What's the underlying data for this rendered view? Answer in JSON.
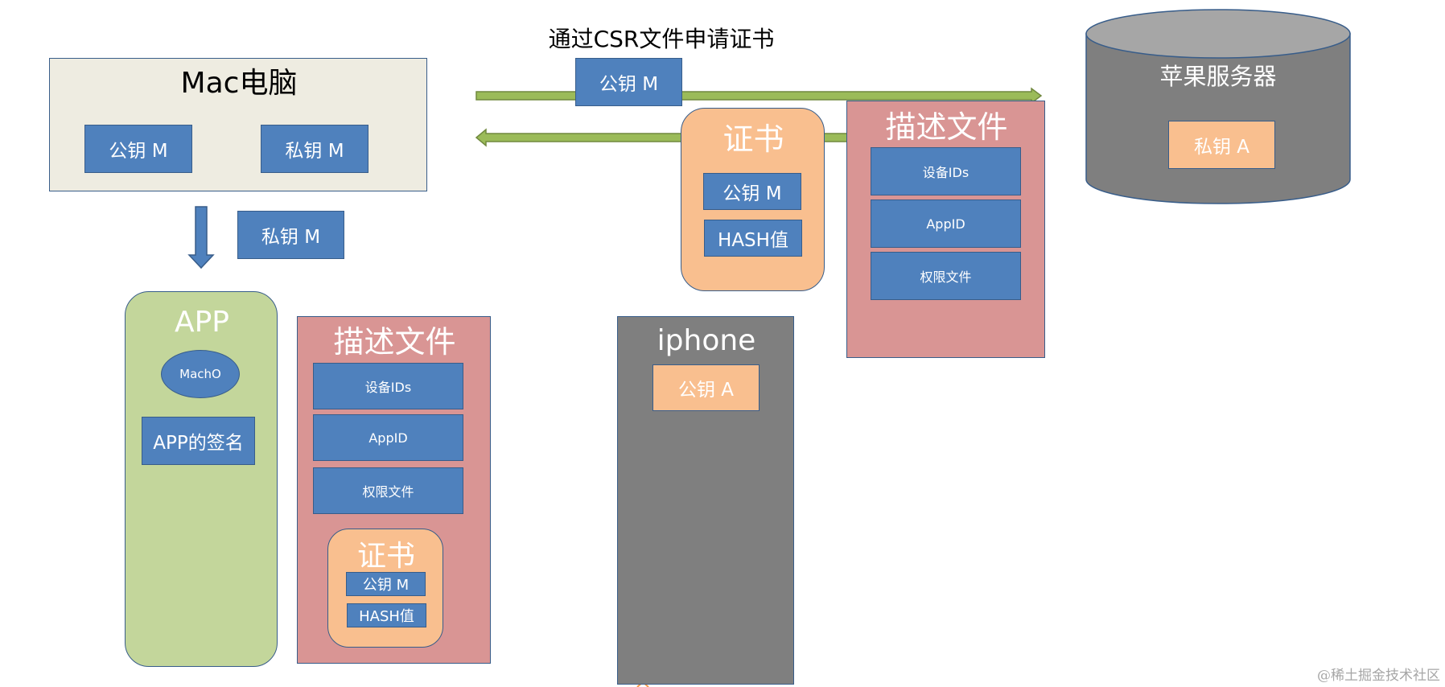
{
  "colors": {
    "box_blue": "#4f81bd",
    "box_border": "#385d8a",
    "peach": "#f9bf8f",
    "pink": "#d99594",
    "green": "#c3d69b",
    "gray": "#7f7f7f",
    "mac_bg": "#eeece1",
    "arrow_green": "#9bbb59"
  },
  "mac": {
    "title": "Mac电脑",
    "public_key": "公钥 M",
    "private_key": "私钥 M"
  },
  "csr": {
    "label": "通过CSR文件申请证书",
    "public_key": "公钥 M"
  },
  "down_arrow_private_key": "私钥 M",
  "apple_server": {
    "title": "苹果服务器",
    "private_key": "私钥 A"
  },
  "server_certificate": {
    "title": "证书",
    "public_key": "公钥 M",
    "hash": "HASH值"
  },
  "server_profile": {
    "title": "描述文件",
    "items": [
      "设备IDs",
      "AppID",
      "权限文件"
    ]
  },
  "app": {
    "title": "APP",
    "macho": "MachO",
    "signature": "APP的签名"
  },
  "app_profile": {
    "title": "描述文件",
    "items": [
      "设备IDs",
      "AppID",
      "权限文件"
    ],
    "certificate": {
      "title": "证书",
      "public_key": "公钥 M",
      "hash": "HASH值"
    }
  },
  "iphone": {
    "title": "iphone",
    "public_key": "公钥 A"
  },
  "watermark": "@稀土掘金技术社区"
}
